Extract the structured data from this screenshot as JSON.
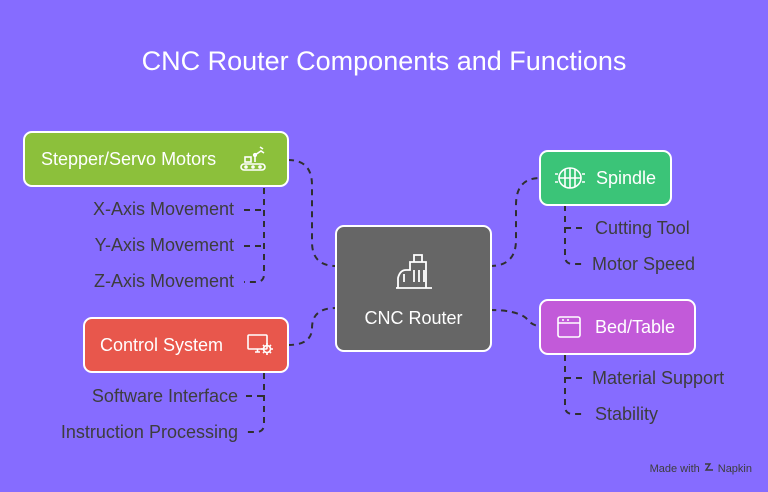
{
  "title": "CNC Router Components and Functions",
  "center": {
    "label": "CNC Router",
    "icon": "cnc-machine-icon",
    "color": "#666666"
  },
  "branches": [
    {
      "label": "Stepper/Servo Motors",
      "icon": "conveyor-robot-icon",
      "color": "#8cc03b",
      "children": [
        "X-Axis Movement",
        "Y-Axis Movement",
        "Z-Axis Movement"
      ]
    },
    {
      "label": "Control System",
      "icon": "monitor-gear-icon",
      "color": "#e8574c",
      "children": [
        "Software Interface",
        "Instruction Processing"
      ]
    },
    {
      "label": "Spindle",
      "icon": "spindle-icon",
      "color": "#3bc478",
      "children": [
        "Cutting Tool",
        "Motor Speed"
      ]
    },
    {
      "label": "Bed/Table",
      "icon": "window-panel-icon",
      "color": "#c25ad9",
      "children": [
        "Material Support",
        "Stability"
      ]
    }
  ],
  "footer": {
    "prefix": "Made with",
    "brand": "Napkin",
    "icon": "napkin-logo-icon"
  }
}
